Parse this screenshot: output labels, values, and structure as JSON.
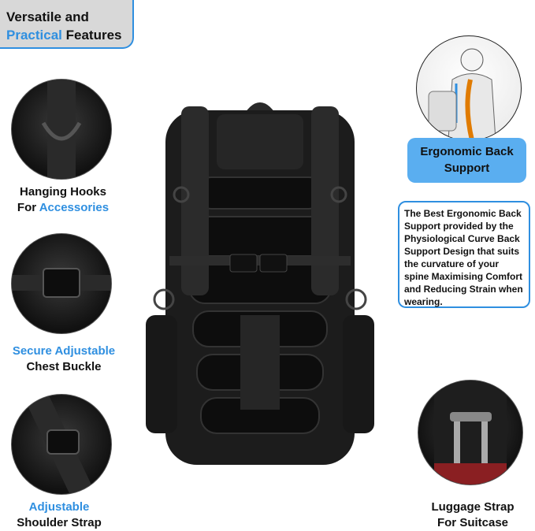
{
  "title": {
    "line1": "Versatile and",
    "highlight": "Practical",
    "rest": "Features"
  },
  "features": [
    {
      "line1": "Hanging Hooks",
      "line2_prefix": "For ",
      "line2_highlight": "Accessories"
    },
    {
      "line1_highlight": "Secure Adjustable",
      "line2": "Chest Buckle"
    },
    {
      "line1_highlight": "Adjustable",
      "line2": "Shoulder Strap"
    },
    {
      "line1": "Luggage Strap",
      "line2": "For Suitcase"
    }
  ],
  "ergonomic": {
    "button": "Ergonomic Back Support",
    "description": "The Best Ergonomic Back Support provided by the Physiological Curve Back Support Design that suits the curvature of your spine Maximising Comfort and Reducing Strain when wearing."
  },
  "colors": {
    "accent": "#2f8fe0",
    "button": "#5aaef0"
  }
}
